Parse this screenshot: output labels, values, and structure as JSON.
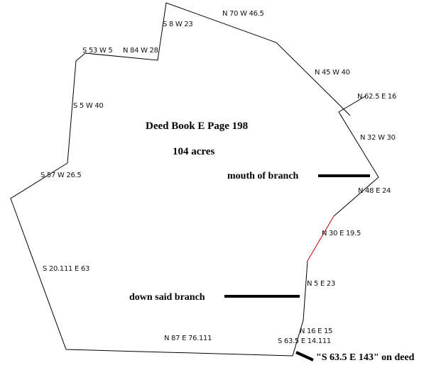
{
  "title": "Deed Book E Page 198",
  "acreage": "104 acres",
  "annotations": {
    "mouth": "mouth of branch",
    "down": "down said branch",
    "deed_note": "\"S 63.5 E 143\"  on deed"
  },
  "calls": [
    "N 70 W 46.5",
    "S 8 W 23",
    "N 84 W 28",
    "S 53 W 5",
    "S 5 W 40",
    "S 57 W 26.5",
    "S 20.111 E 63",
    "N 87 E 76.111",
    "S 63.5 E 14.111",
    "N 16 E 15",
    "N 5 E 23",
    "N 30 E 19.5",
    "N 48 E 24",
    "N 32 W 30",
    "N 62.5 E 16",
    "N 45 W 40"
  ],
  "colors": {
    "line": "#000000",
    "branch": "#cc0000"
  }
}
